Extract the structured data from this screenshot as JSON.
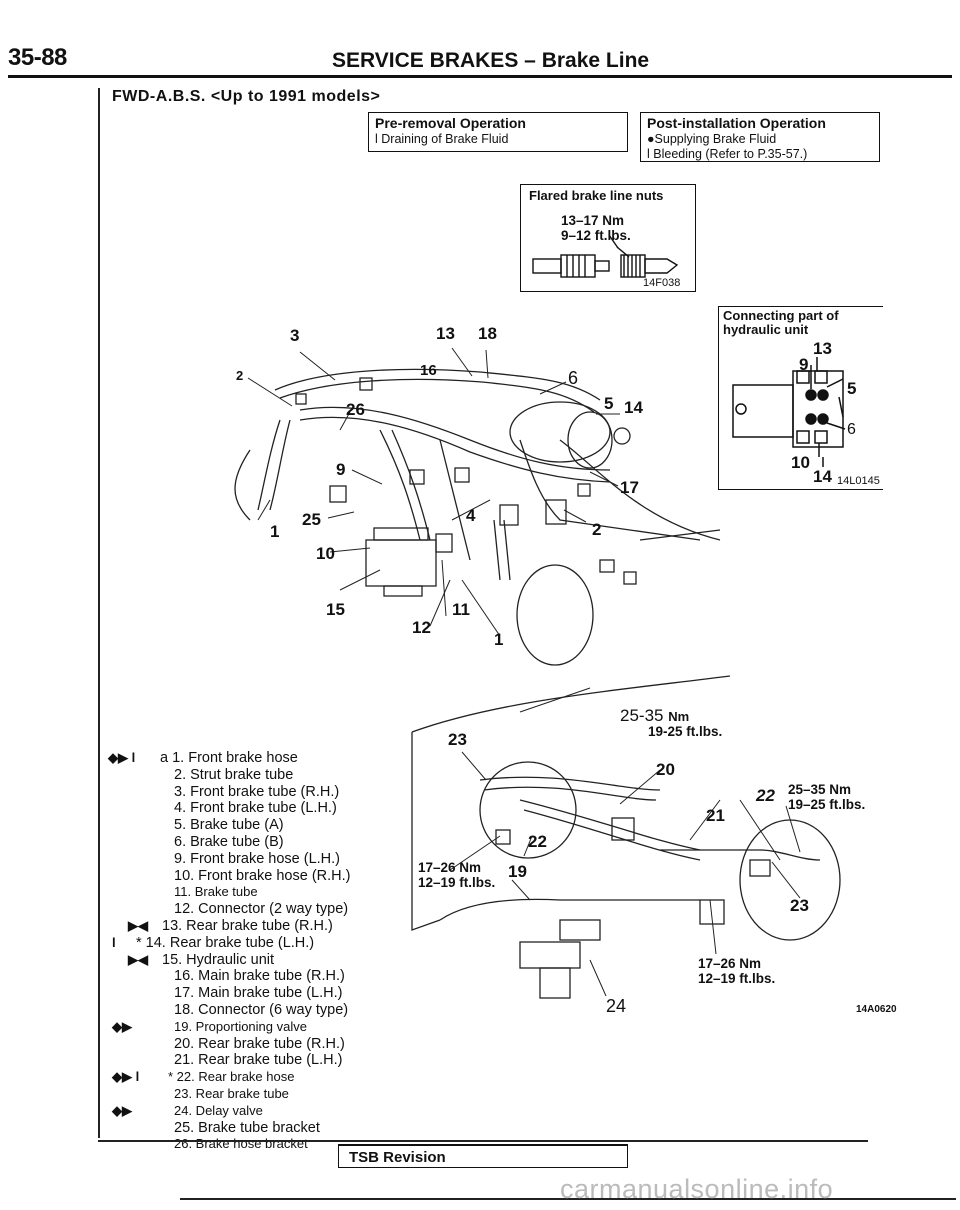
{
  "header": {
    "page_number": "35-88",
    "section": "SERVICE BRAKES",
    "dash": "–",
    "subsection": "Brake Line"
  },
  "model_line": "FWD-A.B.S. <Up to 1991 models>",
  "pre_removal": {
    "title": "Pre-removal Operation",
    "items": [
      "l  Draining of Brake Fluid"
    ]
  },
  "post_installation": {
    "title": "Post-installation Operation",
    "items": [
      "●Supplying Brake Fluid",
      "l  Bleeding (Refer to P.35-57.)"
    ]
  },
  "flared_nuts": {
    "title": "Flared brake line nuts",
    "torque_nm": "13–17 Nm",
    "torque_ftlbs": "9–12 ft.lbs.",
    "code": "14F038"
  },
  "connecting_part": {
    "title": "Connecting part of hydraulic unit",
    "title_line1": "Connecting part of",
    "title_line2": "hydraulic unit",
    "labels": [
      "13",
      "9",
      "5",
      "6",
      "10",
      "14"
    ],
    "code": "14L0145"
  },
  "upper_diagram": {
    "callouts": [
      "3",
      "13",
      "18",
      "16",
      "6",
      "2",
      "26",
      "5",
      "14",
      "9",
      "17",
      "1",
      "25",
      "4",
      "2",
      "10",
      "15",
      "11",
      "12",
      "1"
    ]
  },
  "lower_diagram": {
    "torque_top_nm": "25-35",
    "torque_top_unit": "Nm",
    "torque_top_ft": "19-25 ft.lbs.",
    "torque_right_nm": "25–35 Nm",
    "torque_right_ft": "19–25 ft.lbs.",
    "torque_left_nm": "17–26 Nm",
    "torque_left_ft": "12–19 ft.lbs.",
    "torque_bottom_nm": "17–26 Nm",
    "torque_bottom_ft": "12–19 ft.lbs.",
    "callouts": [
      "23",
      "20",
      "22",
      "21",
      "22",
      "19",
      "23",
      "24"
    ],
    "code": "14A0620"
  },
  "legend": [
    {
      "marker": "◆▶ l",
      "text": "a 1. Front brake hose"
    },
    {
      "marker": "",
      "text": "2. Strut brake tube"
    },
    {
      "marker": "",
      "text": "3. Front brake tube (R.H.)"
    },
    {
      "marker": "",
      "text": "4. Front brake tube (L.H.)"
    },
    {
      "marker": "",
      "text": "5. Brake tube (A)"
    },
    {
      "marker": "",
      "text": "6. Brake tube (B)"
    },
    {
      "marker": "",
      "text": "9. Front brake hose (L.H.)"
    },
    {
      "marker": "",
      "text": "10. Front brake hose (R.H.)"
    },
    {
      "marker": "",
      "text": "11. Brake tube"
    },
    {
      "marker": "",
      "text": "12. Connector (2 way type)"
    },
    {
      "marker": "▶◀",
      "text": "13. Rear brake tube (R.H.)"
    },
    {
      "marker": "l",
      "text": "* 14. Rear brake tube (L.H.)"
    },
    {
      "marker": "▶◀",
      "text": "15. Hydraulic unit"
    },
    {
      "marker": "",
      "text": "16. Main brake tube (R.H.)"
    },
    {
      "marker": "",
      "text": "17. Main brake tube (L.H.)"
    },
    {
      "marker": "",
      "text": "18. Connector (6 way type)"
    },
    {
      "marker": "◆▶",
      "text": "19. Proportioning valve"
    },
    {
      "marker": "",
      "text": "20. Rear brake tube (R.H.)"
    },
    {
      "marker": "",
      "text": "21. Rear brake tube (L.H.)"
    },
    {
      "marker": "◆▶ l",
      "text": "* 22. Rear brake hose"
    },
    {
      "marker": "",
      "text": "23. Rear brake tube"
    },
    {
      "marker": "◆▶",
      "text": "24. Delay valve"
    },
    {
      "marker": "",
      "text": "25. Brake tube bracket"
    },
    {
      "marker": "",
      "text": "26. Brake hose bracket"
    }
  ],
  "footer": {
    "tsb": "TSB Revision",
    "watermark": "carmanualsonline.info"
  }
}
